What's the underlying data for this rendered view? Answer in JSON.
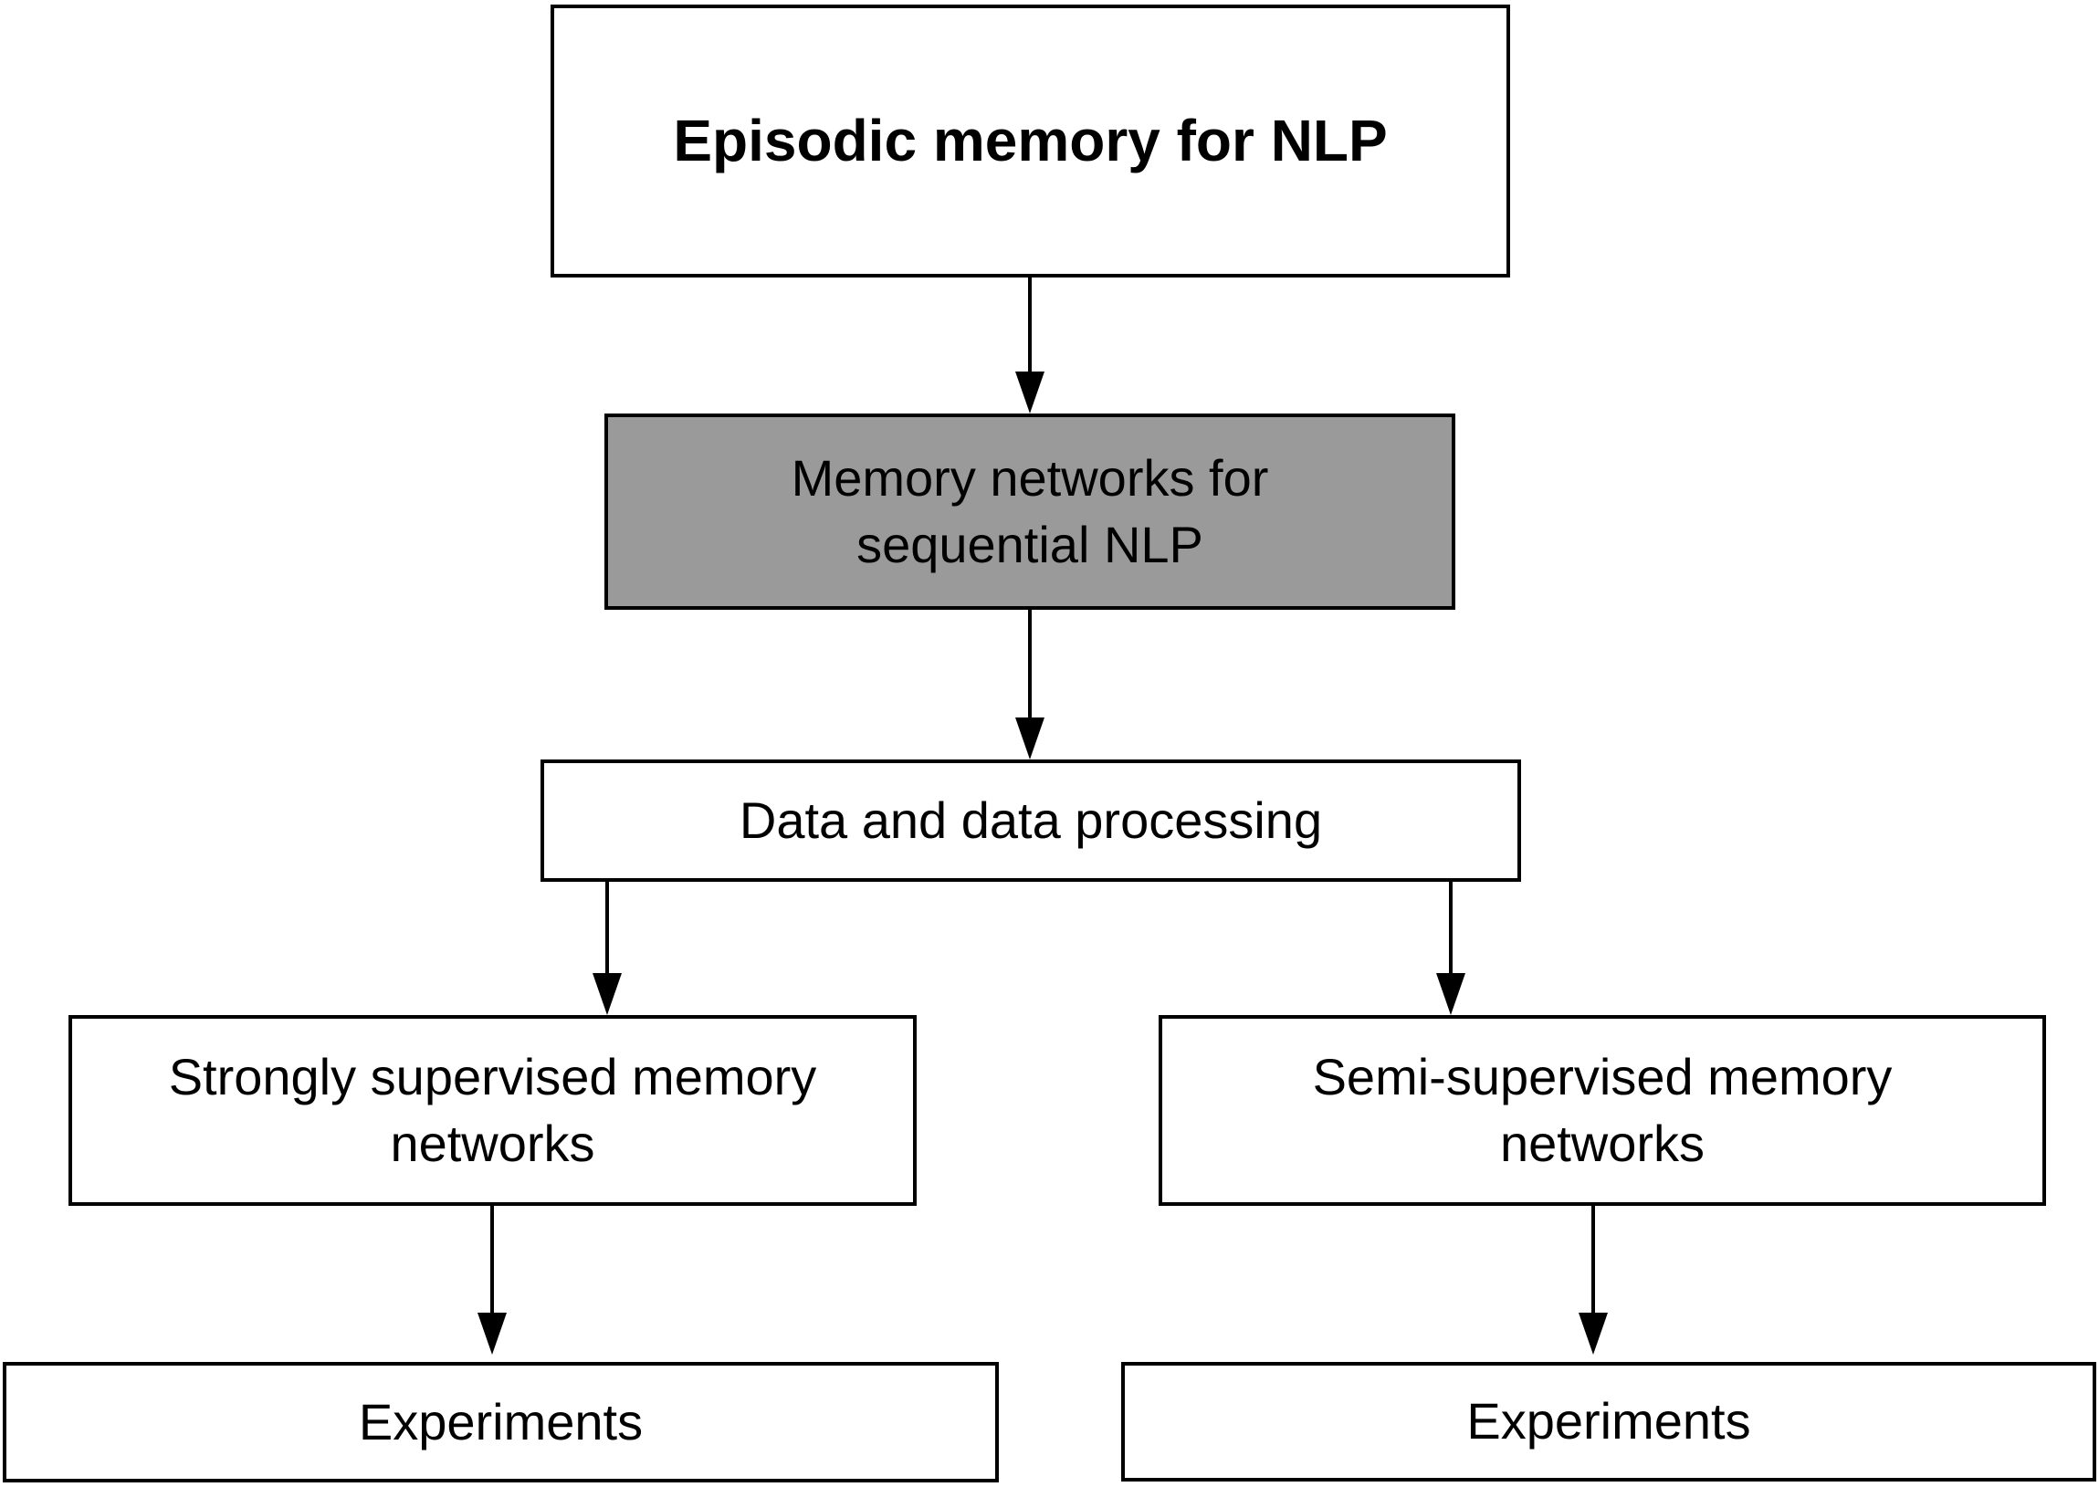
{
  "diagram": {
    "type": "flowchart",
    "background": "#ffffff",
    "stroke_color": "#000000",
    "text_color": "#000000",
    "highlight_fill": "#9a9a9a",
    "nodes": {
      "root": {
        "label": "Episodic memory for NLP",
        "emphasis": "bold",
        "fill": "#ffffff"
      },
      "memory_networks": {
        "label": "Memory networks for\nsequential NLP",
        "fill": "#9a9a9a"
      },
      "data_processing": {
        "label": "Data and data processing",
        "fill": "#ffffff"
      },
      "strongly_supervised": {
        "label": "Strongly supervised memory\nnetworks",
        "fill": "#ffffff"
      },
      "semi_supervised": {
        "label": "Semi-supervised memory\nnetworks",
        "fill": "#ffffff"
      },
      "experiments_left": {
        "label": "Experiments",
        "fill": "#ffffff"
      },
      "experiments_right": {
        "label": "Experiments",
        "fill": "#ffffff"
      }
    },
    "edges": [
      {
        "from": "root",
        "to": "memory_networks",
        "style": "arrow-down"
      },
      {
        "from": "memory_networks",
        "to": "data_processing",
        "style": "arrow-down"
      },
      {
        "from": "data_processing",
        "to": "strongly_supervised",
        "style": "arrow-down"
      },
      {
        "from": "data_processing",
        "to": "semi_supervised",
        "style": "arrow-down"
      },
      {
        "from": "strongly_supervised",
        "to": "experiments_left",
        "style": "arrow-down"
      },
      {
        "from": "semi_supervised",
        "to": "experiments_right",
        "style": "arrow-down"
      }
    ]
  }
}
